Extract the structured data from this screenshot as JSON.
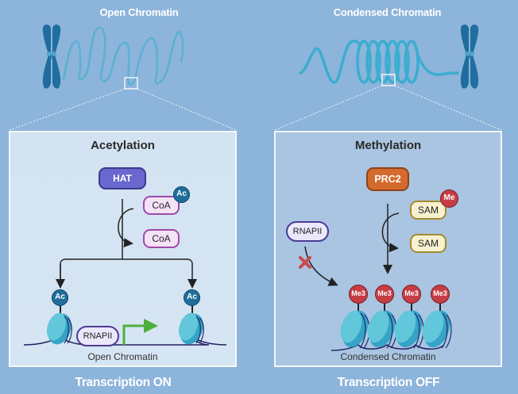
{
  "header": {
    "left_title": "Open Chromatin",
    "right_title": "Condensed Chromatin"
  },
  "left_panel": {
    "title": "Acetylation",
    "enzyme": "HAT",
    "donor_label": "CoA",
    "donor_group": "Ac",
    "product_label": "CoA",
    "histone_marks": [
      "Ac",
      "Ac"
    ],
    "polymerase": "RNAPII",
    "chromatin_label": "Open Chromatin",
    "footer": "Transcription ON"
  },
  "right_panel": {
    "title": "Methylation",
    "enzyme": "PRC2",
    "donor_label": "SAM",
    "donor_group": "Me",
    "product_label": "SAM",
    "histone_marks": [
      "Me3",
      "Me3",
      "Me3",
      "Me3"
    ],
    "polymerase": "RNAPII",
    "chromatin_label": "Condensed Chromatin",
    "footer": "Transcription OFF"
  },
  "colors": {
    "background": "#8db4da",
    "chromosome": "#1e6d9e",
    "chromatin_fiber": "#3aaed0",
    "hat": "#6a67cf",
    "prc2": "#d56a2e",
    "acetyl": "#1f6e9c",
    "methyl": "#c73d45",
    "transcription_arrow": "#4fae3e",
    "block_x": "#c94a4f"
  }
}
